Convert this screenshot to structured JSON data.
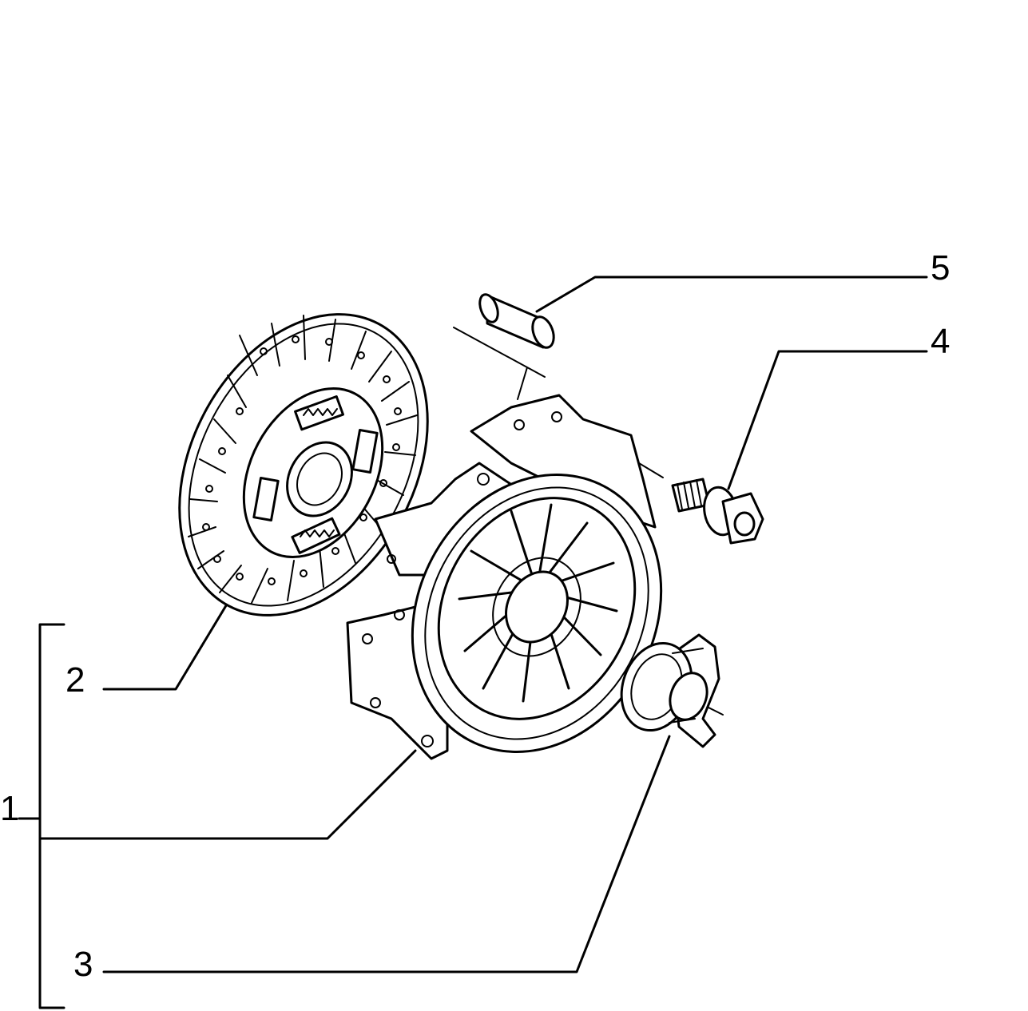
{
  "diagram": {
    "callouts": {
      "c1": "1",
      "c2": "2",
      "c3": "3",
      "c4": "4",
      "c5": "5"
    },
    "colors": {
      "line": "#000000",
      "background": "#ffffff"
    },
    "parts": [
      "clutch-disc-icon",
      "pressure-plate-icon",
      "release-bearing-icon",
      "bolt-icon",
      "dowel-pin-icon"
    ]
  }
}
